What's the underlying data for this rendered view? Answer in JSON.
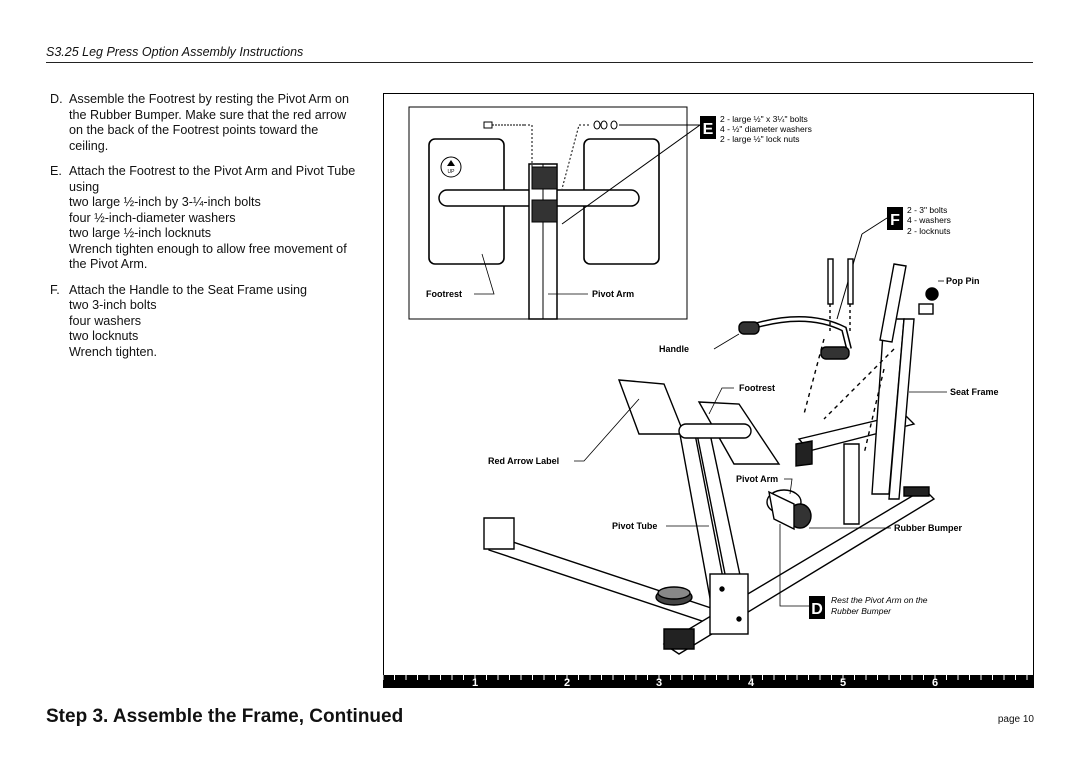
{
  "header": {
    "title": "S3.25 Leg Press Option Assembly Instructions"
  },
  "steps": [
    {
      "letter": "D.",
      "lines": [
        "Assemble the Footrest by resting the Pivot Arm on the Rubber Bumper. Make sure that the red arrow on the back of the Footrest points toward the ceiling."
      ]
    },
    {
      "letter": "E.",
      "lines": [
        "Attach the Footrest to the Pivot Arm and Pivot Tube using",
        "two large ½-inch by 3-¼-inch bolts",
        "four ½-inch-diameter washers",
        "two large ½-inch locknuts",
        "Wrench tighten enough to allow free movement of the Pivot Arm."
      ]
    },
    {
      "letter": "F.",
      "lines": [
        "Attach the Handle to the Seat Frame using",
        "two 3-inch bolts",
        "four washers",
        "two locknuts",
        "Wrench tighten."
      ]
    }
  ],
  "figure": {
    "callout_e": {
      "letter": "E",
      "items": [
        "2 - large ½\" x 3¼\" bolts",
        "4 - ½\" diameter washers",
        "2 - large ½\" lock nuts"
      ]
    },
    "callout_f": {
      "letter": "F",
      "items": [
        "2 - 3\" bolts",
        "4 - washers",
        "2 - locknuts"
      ]
    },
    "callout_d": {
      "letter": "D",
      "lines": [
        "Rest the Pivot Arm on the",
        "Rubber Bumper"
      ]
    },
    "inset_labels": {
      "footrest": "Footrest",
      "pivot_arm": "Pivot Arm",
      "up": "UP"
    },
    "labels": {
      "pop_pin": "Pop Pin",
      "handle": "Handle",
      "footrest": "Footrest",
      "seat_frame": "Seat Frame",
      "red_arrow_label": "Red Arrow Label",
      "pivot_arm": "Pivot Arm",
      "pivot_tube": "Pivot Tube",
      "rubber_bumper": "Rubber Bumper"
    },
    "ruler_numbers": [
      "1",
      "2",
      "3",
      "4",
      "5",
      "6"
    ]
  },
  "footer": {
    "title": "Step 3. Assemble the Frame, Continued",
    "page": "page 10"
  }
}
